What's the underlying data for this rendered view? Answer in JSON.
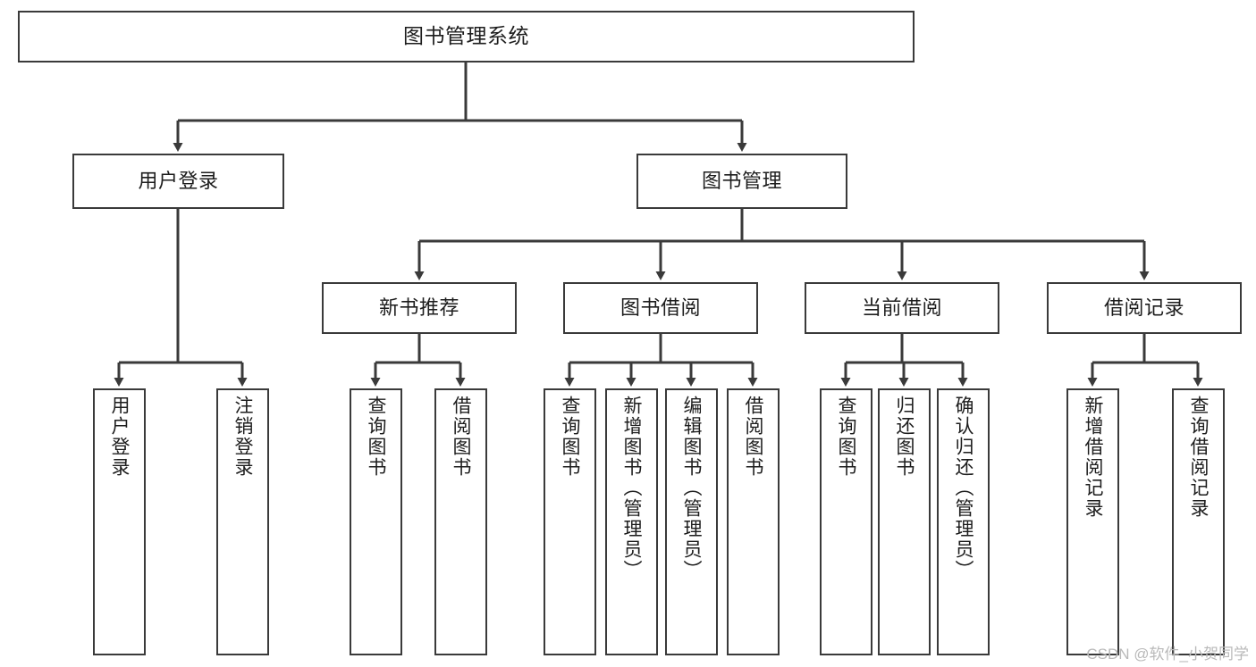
{
  "diagram": {
    "title": "图书管理系统",
    "type": "tree-hierarchy",
    "stroke_color": "#3a3a3a",
    "fill_color": "#ffffff",
    "text_color": "#1d1d1d"
  },
  "nodes": {
    "root": {
      "label": "图书管理系统"
    },
    "level2": [
      {
        "label": "用户登录"
      },
      {
        "label": "图书管理"
      }
    ],
    "level3": [
      {
        "label": "新书推荐"
      },
      {
        "label": "图书借阅"
      },
      {
        "label": "当前借阅"
      },
      {
        "label": "借阅记录"
      }
    ],
    "leaves": {
      "user_login": [
        {
          "label": "用户登录"
        },
        {
          "label": "注销登录"
        }
      ],
      "new_book_recommend": [
        {
          "label": "查询图书"
        },
        {
          "label": "借阅图书"
        }
      ],
      "book_borrow": [
        {
          "label": "查询图书"
        },
        {
          "label": "新增图书（管理员）"
        },
        {
          "label": "编辑图书（管理员）"
        },
        {
          "label": "借阅图书"
        }
      ],
      "current_borrow": [
        {
          "label": "查询图书"
        },
        {
          "label": "归还图书"
        },
        {
          "label": "确认归还（管理员）"
        }
      ],
      "borrow_record": [
        {
          "label": "新增借阅记录"
        },
        {
          "label": "查询借阅记录"
        }
      ]
    }
  },
  "watermark": {
    "text": "CSDN @软件_小贺同学"
  }
}
